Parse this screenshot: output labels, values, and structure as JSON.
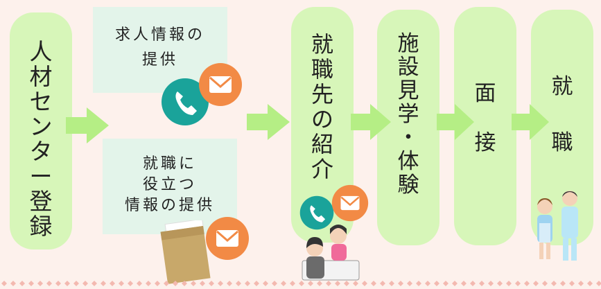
{
  "steps": [
    {
      "id": "jinzai",
      "label": "人材センター登録"
    },
    {
      "id": "shokai",
      "label": "就職先の紹介"
    },
    {
      "id": "kengaku",
      "label": "施設見学・体験"
    },
    {
      "id": "mensetsu",
      "label": "面接"
    },
    {
      "id": "shushoku",
      "label": "就職"
    }
  ],
  "info_boxes": [
    {
      "id": "kyujin",
      "text": "求人情報の\n提供"
    },
    {
      "id": "yakudatsu",
      "text": "就職に\n役立つ\n情報の提供"
    }
  ],
  "colors": {
    "background": "#fdf1ec",
    "pill": "#d7f6b9",
    "arrow": "#b5ee85",
    "info_box": "#e3f4ea",
    "phone_icon": "#1aa39a",
    "mail_icon": "#f28a45",
    "envelope": "#c8a86a"
  },
  "icons": [
    "phone-icon",
    "mail-icon",
    "envelope-icon",
    "consultation-illustration",
    "care-workers-illustration"
  ]
}
